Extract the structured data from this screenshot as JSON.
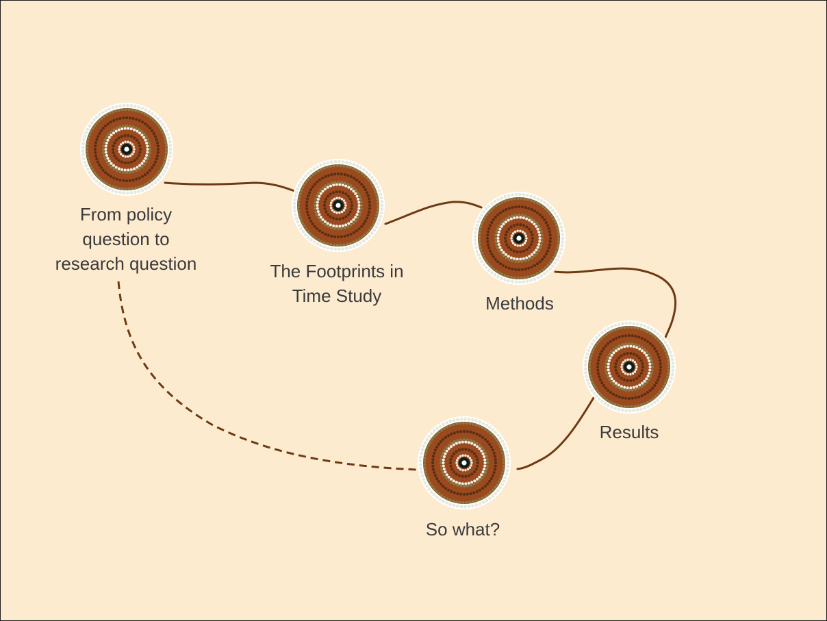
{
  "colors": {
    "background": "#fdebd0",
    "path": "#6e3a14",
    "ring_dark": "#5a2e12",
    "ring_brown": "#9a4a1e",
    "ring_olive": "#8a7a44",
    "dots": "#f4f2ea",
    "center": "#0d1f1a"
  },
  "steps": [
    {
      "label_lines": [
        "From policy",
        "question to",
        "research question"
      ]
    },
    {
      "label_lines": [
        "The Footprints in",
        "Time Study"
      ]
    },
    {
      "label_lines": [
        "Methods"
      ]
    },
    {
      "label_lines": [
        "Results"
      ]
    },
    {
      "label_lines": [
        "So what?"
      ]
    }
  ]
}
